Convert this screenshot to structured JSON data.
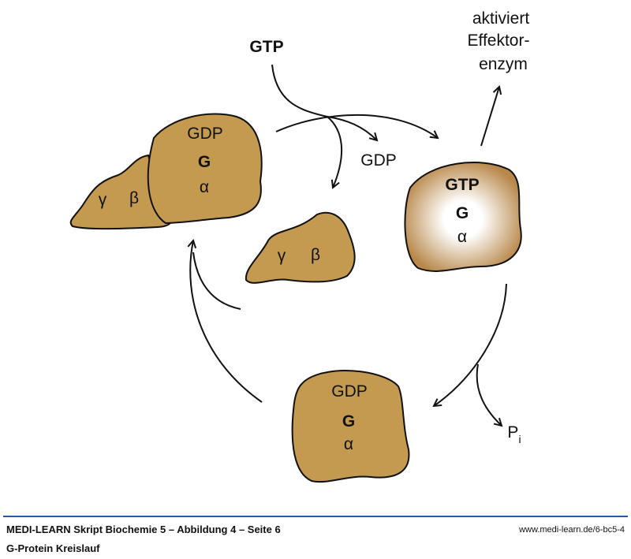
{
  "colors": {
    "blob_fill": "#c39a4f",
    "stroke": "#111111",
    "accent_line": "#1f5aa6",
    "gtp_highlight": "#ffffff"
  },
  "diagram": {
    "gtp_input": "GTP",
    "gdp_released": "GDP",
    "effector": [
      "aktiviert",
      "Effektor-",
      "enzym"
    ],
    "pi": "P",
    "pi_sub": "i",
    "trimer": {
      "nucleotide": "GDP",
      "g": "G",
      "alpha": "α",
      "gamma": "γ",
      "beta": "β"
    },
    "free_betagamma": {
      "gamma": "γ",
      "beta": "β"
    },
    "active_alpha": {
      "nucleotide": "GTP",
      "g": "G",
      "alpha": "α"
    },
    "inactive_alpha": {
      "nucleotide": "GDP",
      "g": "G",
      "alpha": "α"
    }
  },
  "footer": {
    "title": "MEDI-LEARN Skript Biochemie 5 – Abbildung 4 – Seite 6",
    "subtitle": "G-Protein Kreislauf",
    "url": "www.medi-learn.de/6-bc5-4"
  }
}
